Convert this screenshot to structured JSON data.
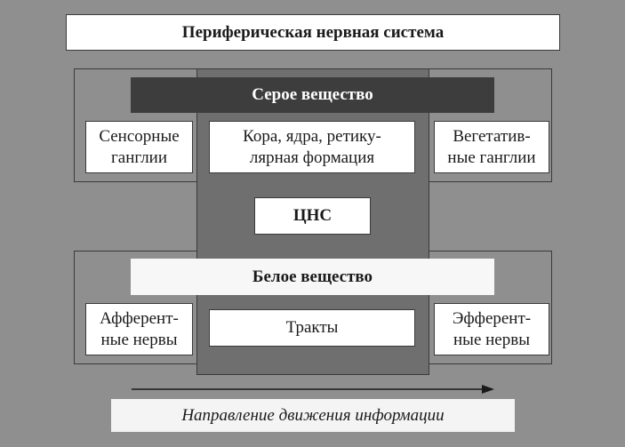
{
  "title": "Периферическая нервная система",
  "grey_matter": {
    "band": "Серое вещество",
    "left": "Сенсорные\nганглии",
    "center": "Кора, ядра, ретику-\nлярная формация",
    "right": "Вегетатив-\nные ганглии"
  },
  "cns": "ЦНС",
  "white_matter": {
    "band": "Белое вещество",
    "left": "Афферент-\nные нервы",
    "center": "Тракты",
    "right": "Эфферент-\nные нервы"
  },
  "direction": "Направление движения информации",
  "colors": {
    "background": "#8f8f8f",
    "cns_column": "#6f6f6f",
    "grey_band": "#3d3d3d"
  }
}
